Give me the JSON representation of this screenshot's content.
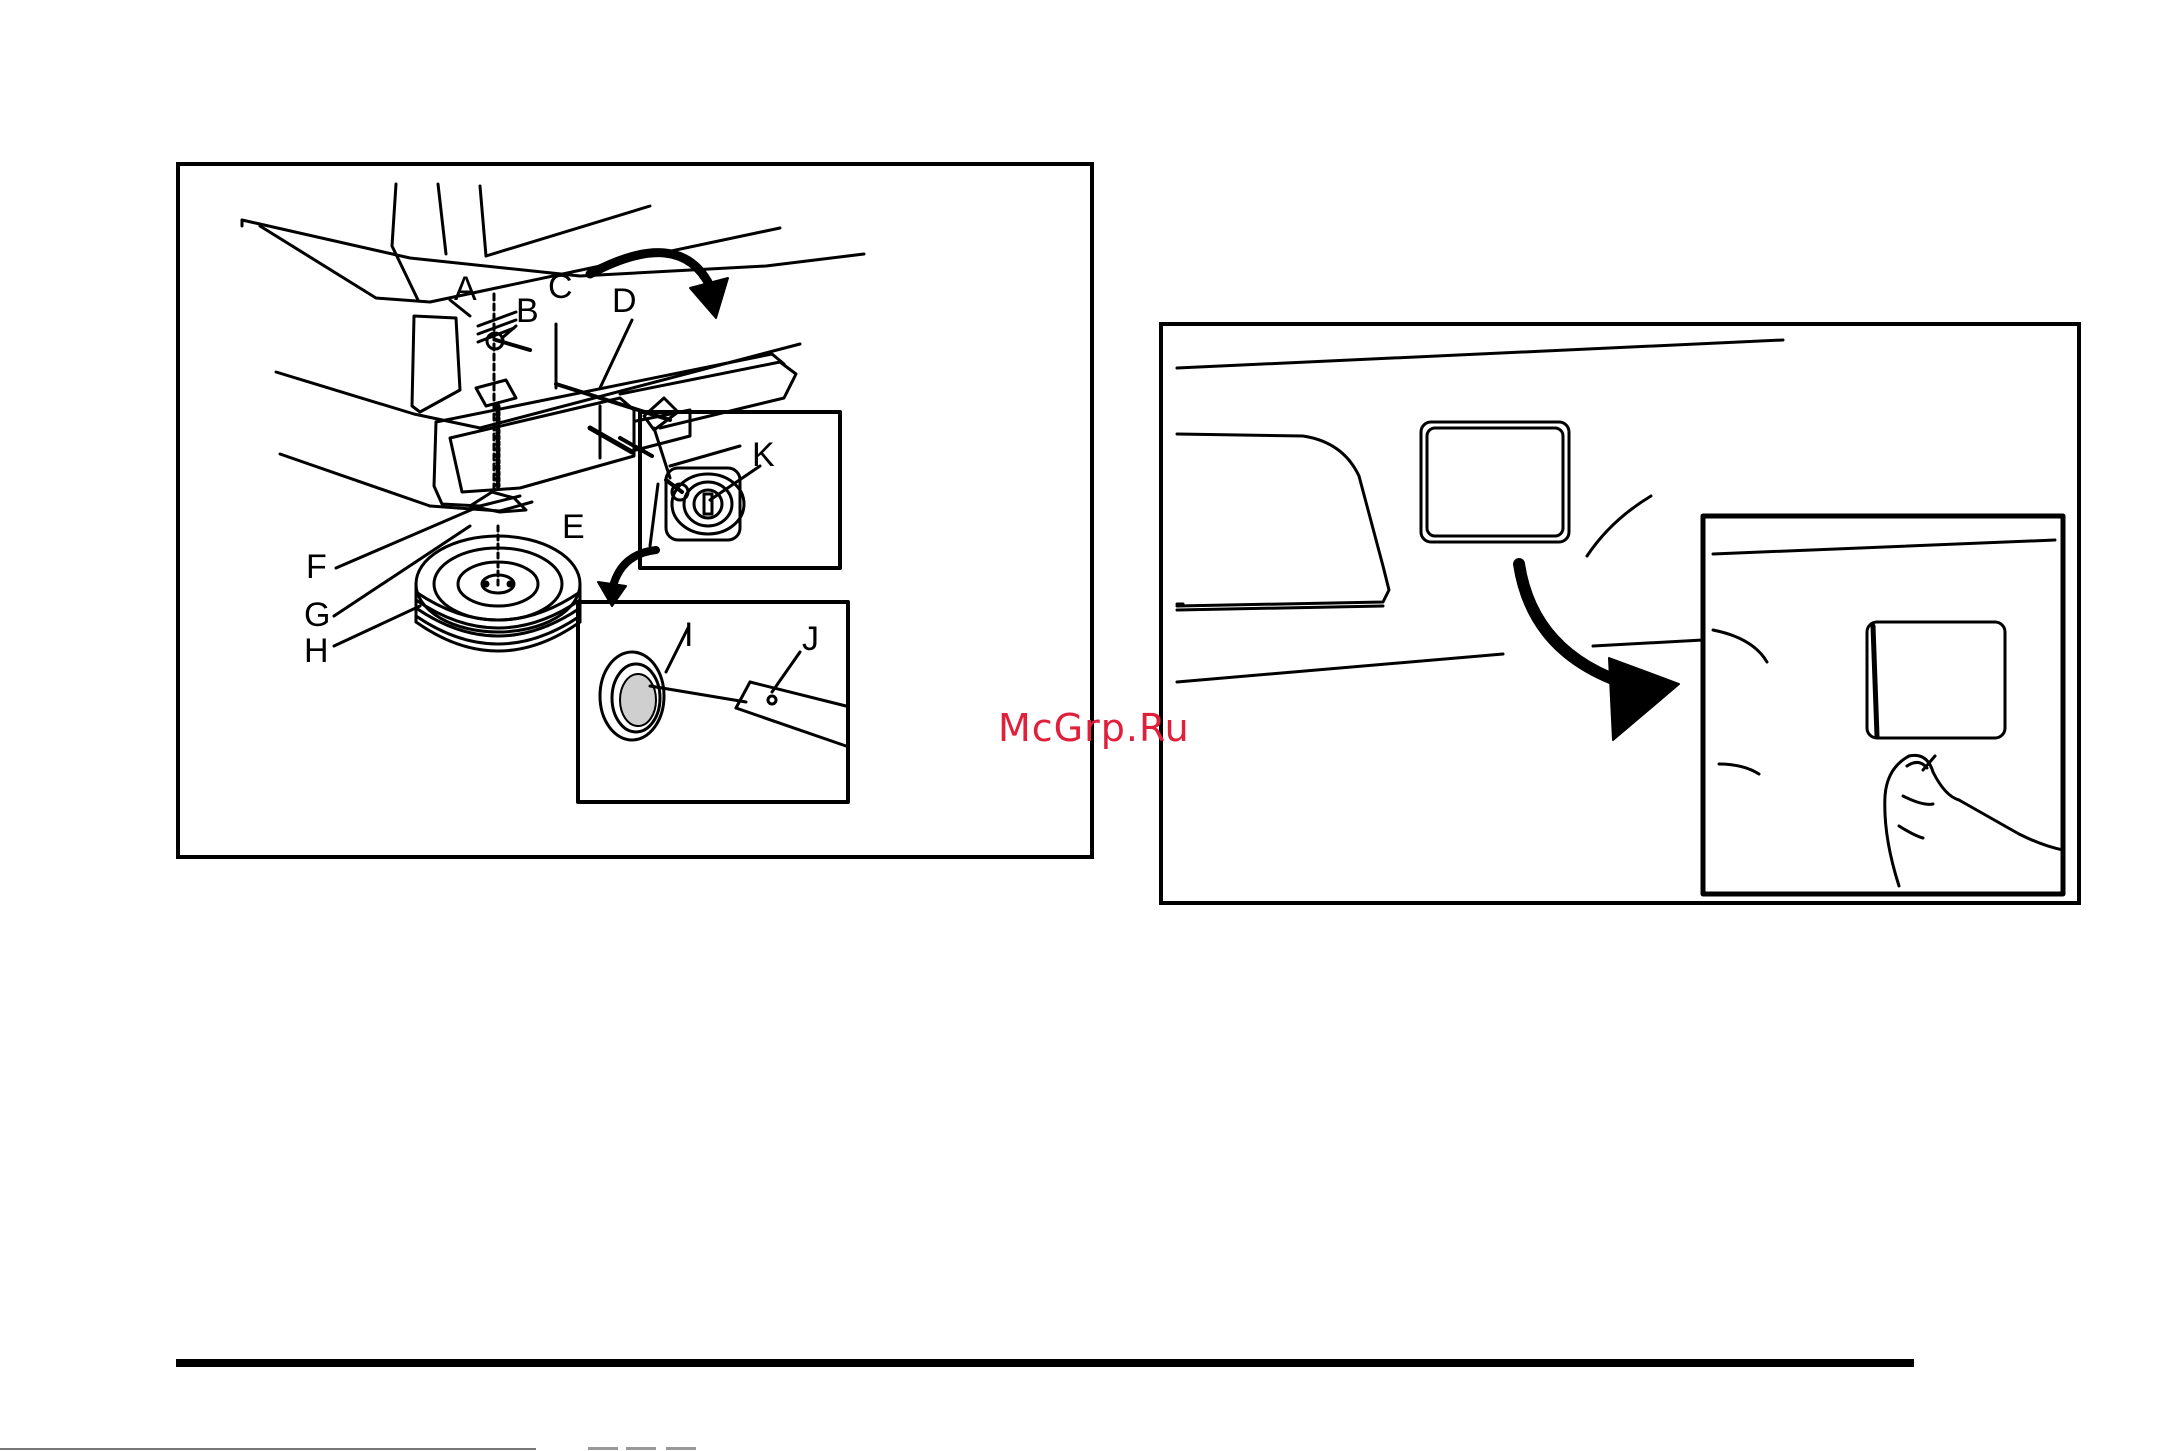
{
  "figure_1": {
    "callouts": {
      "A": "A",
      "B": "B",
      "C": "C",
      "D": "D",
      "E": "E",
      "F": "F",
      "G": "G",
      "H": "H",
      "I": "I",
      "J": "J",
      "K": "K"
    }
  },
  "watermark": "McGrp.Ru",
  "colors": {
    "ink": "#000000",
    "watermark": "#e0203a",
    "paper": "#ffffff"
  }
}
